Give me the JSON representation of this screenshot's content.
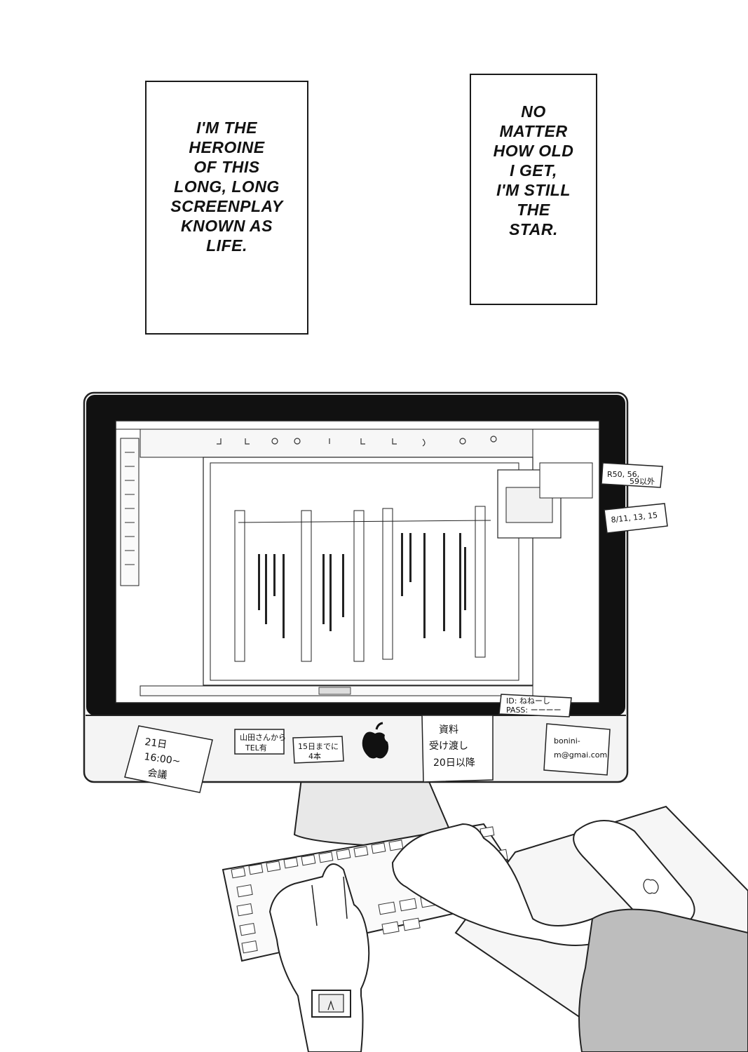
{
  "captions": {
    "left": "I'M THE\nHEROINE\nOF THIS\nLONG, LONG\nSCREENPLAY\nKNOWN AS\nLIFE.",
    "right": "NO\nMATTER\nHOW OLD\nI GET,\nI'M STILL\nTHE\nSTAR."
  },
  "sticky_notes": {
    "meeting": [
      "21日",
      "16:00~",
      "会議"
    ],
    "call": [
      "山田さんから",
      "TEL有"
    ],
    "at_15": [
      "15日までに",
      "4本"
    ],
    "materials": [
      "資料",
      "受け渡し",
      "20日以降"
    ],
    "email": [
      "bonini-",
      "m@gmai.com"
    ],
    "id_pass": [
      "ID: ねねーし",
      "PASS: ーーーー"
    ],
    "monitor_right_1": [
      "R50, 56,",
      "59以外"
    ],
    "monitor_right_2": [
      "8/11, 13, 15"
    ]
  },
  "icons": {
    "logo": "apple-logo-icon",
    "mouse_logo": "apple-logo-icon"
  }
}
